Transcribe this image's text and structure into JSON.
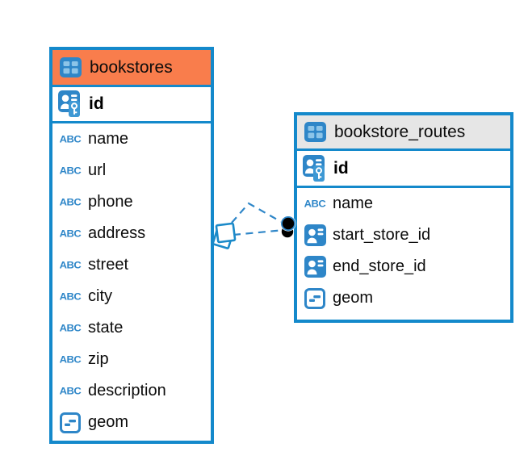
{
  "tables": [
    {
      "name": "bookstores",
      "header_color": "#f97d4c",
      "highlighted": true,
      "fields": [
        {
          "name": "id",
          "type": "primary-key"
        },
        {
          "name": "name",
          "type": "text"
        },
        {
          "name": "url",
          "type": "text"
        },
        {
          "name": "phone",
          "type": "text"
        },
        {
          "name": "address",
          "type": "text"
        },
        {
          "name": "street",
          "type": "text"
        },
        {
          "name": "city",
          "type": "text"
        },
        {
          "name": "state",
          "type": "text"
        },
        {
          "name": "zip",
          "type": "text"
        },
        {
          "name": "description",
          "type": "text"
        },
        {
          "name": "geom",
          "type": "geometry"
        }
      ]
    },
    {
      "name": "bookstore_routes",
      "header_color": "#e6e6e6",
      "highlighted": false,
      "fields": [
        {
          "name": "id",
          "type": "primary-key"
        },
        {
          "name": "name",
          "type": "text"
        },
        {
          "name": "start_store_id",
          "type": "foreign-key"
        },
        {
          "name": "end_store_id",
          "type": "foreign-key"
        },
        {
          "name": "geom",
          "type": "geometry"
        }
      ]
    }
  ],
  "relationship": {
    "from_table": "bookstore_routes",
    "to_table": "bookstores",
    "line_style": "dashed",
    "line_count": 2
  },
  "icons": {
    "text_type_glyph": "ABC"
  },
  "colors": {
    "table_border_blue": "#1489cb",
    "icon_blue": "#2e86c8",
    "selected_header_orange": "#f97d4c",
    "header_gray": "#e6e6e6",
    "connector_dot_black": "#000000"
  }
}
